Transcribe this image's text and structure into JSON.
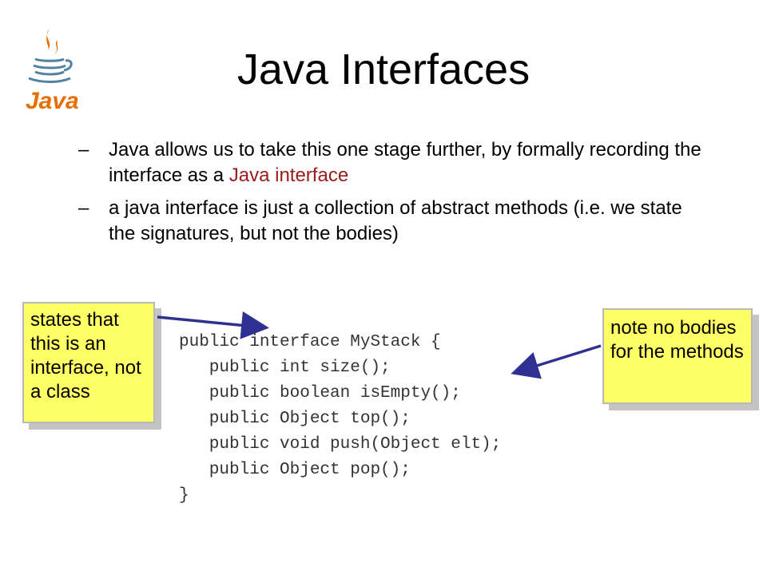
{
  "logo": {
    "icon": "java-coffee-cup-icon",
    "text": "Java",
    "colors": {
      "steam": "#e76f00",
      "cup": "#5382a1"
    }
  },
  "title": "Java Interfaces",
  "bullets": [
    {
      "marker": "–",
      "text_before": "Java allows us to take this one stage further, by formally recording the interface as a ",
      "highlight": "Java interface",
      "text_after": ""
    },
    {
      "marker": "–",
      "text_before": "a java interface is just a collection of abstract methods (i.e. we state the signatures, but not the bodies)",
      "highlight": "",
      "text_after": ""
    }
  ],
  "code": [
    "public interface MyStack {",
    "   public int size();",
    "   public boolean isEmpty();",
    "   public Object top();",
    "   public void push(Object elt);",
    "   public Object pop();",
    "}"
  ],
  "callouts": {
    "left": "states that this is an interface, not a class",
    "right": "note no bodies for the methods"
  },
  "colors": {
    "highlight": "#9a1b1b",
    "callout_bg": "#ffff66",
    "arrow": "#2e3192"
  }
}
